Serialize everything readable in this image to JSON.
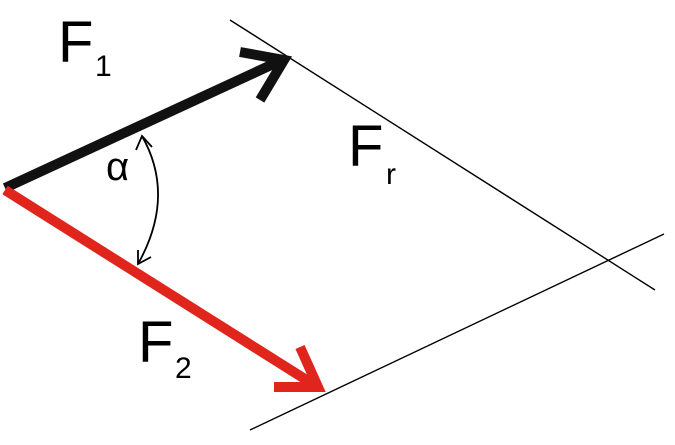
{
  "labels": {
    "f1": {
      "main": "F",
      "sub": "1"
    },
    "f2": {
      "main": "F",
      "sub": "2"
    },
    "fr": {
      "main": "F",
      "sub": "r"
    },
    "alpha": "α"
  },
  "colors": {
    "f1_vector": "#111111",
    "f2_vector": "#e0261c",
    "construction_lines": "#000000",
    "text": "#000000"
  }
}
